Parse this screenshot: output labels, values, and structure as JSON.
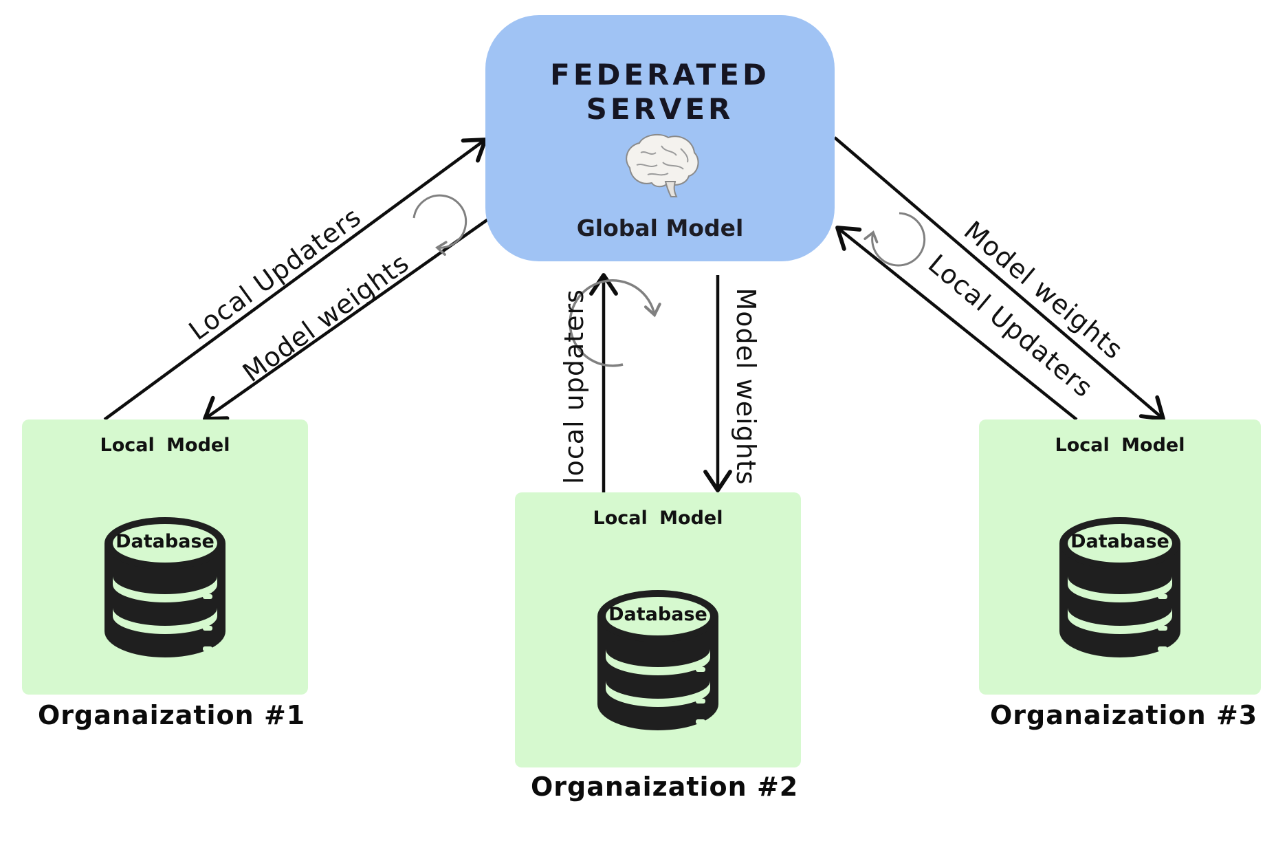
{
  "server": {
    "title_line1": "FEDERATED",
    "title_line2": "SERVER",
    "subtitle": "Global Model",
    "icon": "brain-icon"
  },
  "organizations": [
    {
      "name": "Organaization #1",
      "local_model": "Local  Model",
      "database": "Database"
    },
    {
      "name": "Organaization #2",
      "local_model": "Local  Model",
      "database": "Database"
    },
    {
      "name": "Organaization #3",
      "local_model": "Local  Model",
      "database": "Database"
    }
  ],
  "edges": {
    "left_up": "Local Updaters",
    "left_down": "Model weights",
    "center_up": "local updaters",
    "center_down": "Model weights",
    "right_down": "Model weights",
    "right_up": "Local Updaters"
  },
  "colors": {
    "server_fill": "#a0c3f4",
    "org_fill": "#d6f9cf",
    "database_fill": "#1f1f1f",
    "arrow": "#0d0d0d",
    "cycle_icon": "#808080"
  }
}
